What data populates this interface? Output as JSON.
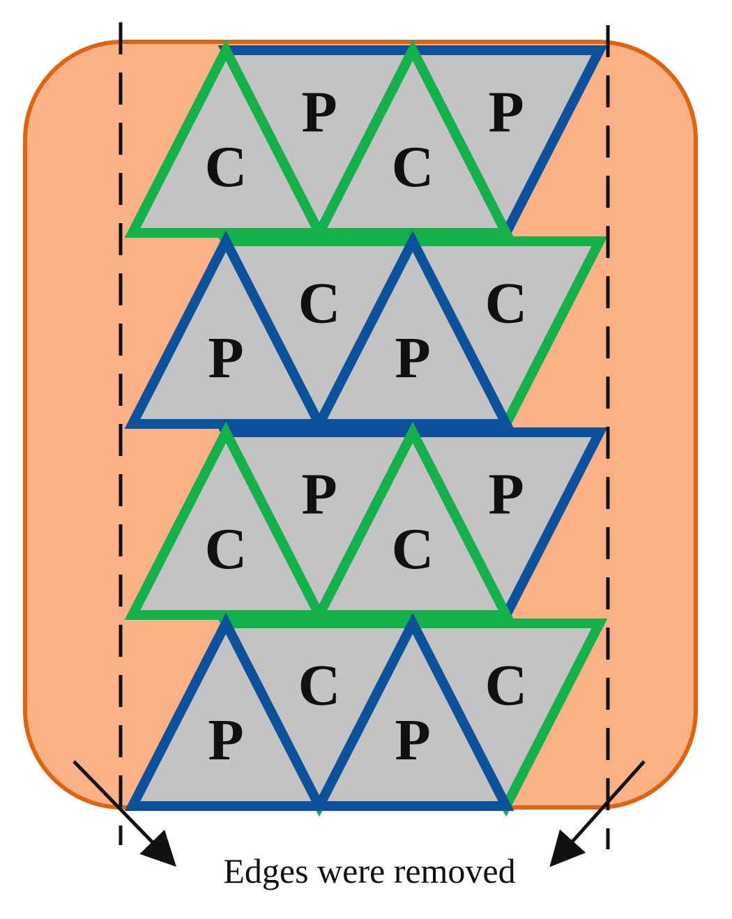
{
  "diagram": {
    "caption": "Edges were removed",
    "colors": {
      "background_fill": "#fbb185",
      "background_border": "#e0640f",
      "triangle_fill": "#c3c3c3",
      "c_border": "#14b04a",
      "p_border": "#0b519b",
      "dashed_line": "#111111",
      "arrow": "#111111"
    },
    "rows": [
      {
        "up": [
          {
            "label": "C",
            "type": "C"
          },
          {
            "label": "C",
            "type": "C"
          }
        ],
        "down": [
          {
            "label": "P",
            "type": "P"
          },
          {
            "label": "P",
            "type": "P"
          }
        ]
      },
      {
        "up": [
          {
            "label": "P",
            "type": "P"
          },
          {
            "label": "P",
            "type": "P"
          }
        ],
        "down": [
          {
            "label": "C",
            "type": "C"
          },
          {
            "label": "C",
            "type": "C"
          }
        ]
      },
      {
        "up": [
          {
            "label": "C",
            "type": "C"
          },
          {
            "label": "C",
            "type": "C"
          }
        ],
        "down": [
          {
            "label": "P",
            "type": "P"
          },
          {
            "label": "P",
            "type": "P"
          }
        ]
      },
      {
        "up": [
          {
            "label": "P",
            "type": "P"
          },
          {
            "label": "P",
            "type": "P"
          }
        ],
        "down": [
          {
            "label": "C",
            "type": "C"
          },
          {
            "label": "C",
            "type": "C"
          }
        ]
      }
    ]
  }
}
